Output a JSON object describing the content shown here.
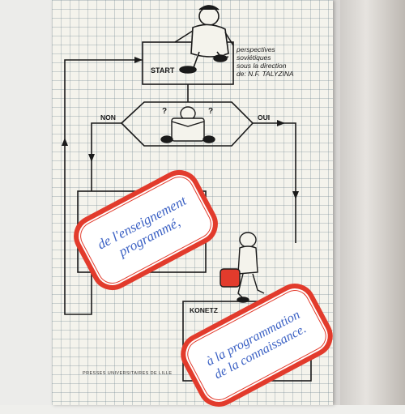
{
  "cover": {
    "start_label": "START",
    "non_label": "NON",
    "oui_label": "OUI",
    "konetz_label": "KONETZ",
    "question_marks": [
      "?",
      "?"
    ],
    "credit_lines": [
      "perspectives",
      "soviétiques",
      "sous la direction",
      "de: N.F. TALYZINA"
    ],
    "banner1_lines": [
      "de l'enseignement",
      "programmé,"
    ],
    "banner2_lines": [
      "à la programmation",
      "de la connaissance."
    ],
    "publisher": "PRESSES UNIVERSITAIRES DE LILLE"
  },
  "colors": {
    "banner_border": "#e23b2c",
    "banner_text": "#3b61c4",
    "line": "#1a1a1a",
    "paper": "#f4f3ec"
  }
}
